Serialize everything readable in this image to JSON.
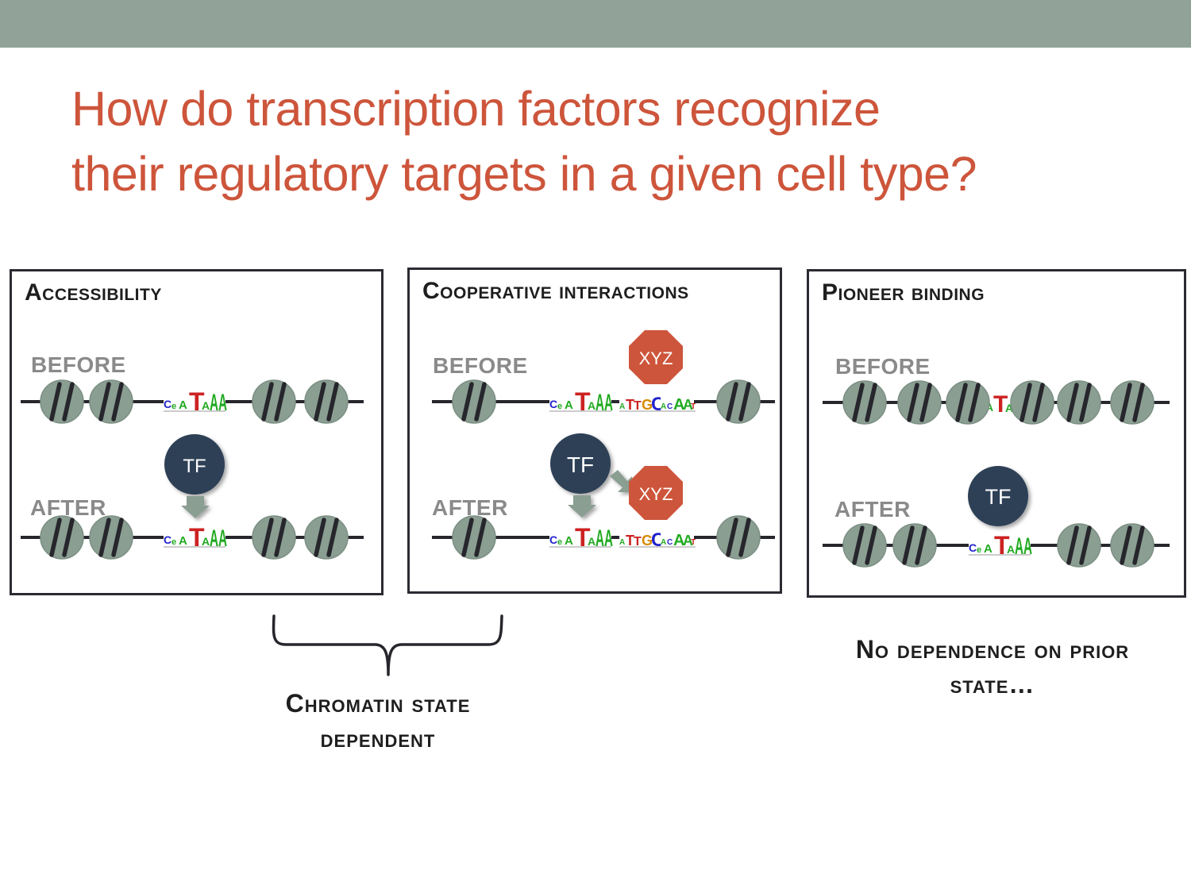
{
  "title": {
    "line1": "How do transcription factors recognize",
    "line2": "their regulatory targets in a given cell type?"
  },
  "panels": [
    {
      "heading": "Accessibility",
      "before_label": "BEFORE",
      "after_label": "AFTER",
      "tf_label": "TF"
    },
    {
      "heading": "Cooperative interactions",
      "before_label": "BEFORE",
      "after_label": "AFTER",
      "tf_label": "TF",
      "partner_label": "XYZ"
    },
    {
      "heading": "Pioneer binding",
      "before_label": "BEFORE",
      "after_label": "AFTER",
      "tf_label": "TF"
    }
  ],
  "captions": {
    "chromatin_line1": "Chromatin state",
    "chromatin_line2": "dependent",
    "pioneer_line1": "No dependence on prior",
    "pioneer_line2": "state…"
  },
  "colors": {
    "title": "#cd553b",
    "top_bar": "#91a398",
    "nucleosome": "#8a9e92",
    "tf": "#2f4157",
    "xyz": "#cd553b",
    "arrow": "#8a9e92"
  }
}
